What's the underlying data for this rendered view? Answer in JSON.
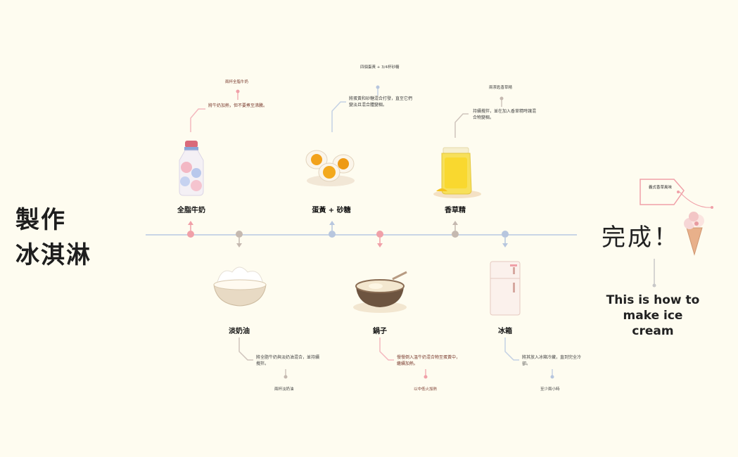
{
  "title": {
    "line1": "製作",
    "line2": "冰淇淋"
  },
  "steps_top": [
    {
      "label": "全脂牛奶",
      "note": "將牛奶加熱，但不要煮至沸騰。",
      "sub": "兩杯全脂牛奶"
    },
    {
      "label": "蛋黃 + 砂糖",
      "note": "將蛋黃和砂糖混合打發，直至它們變淡且混合體變稠。",
      "sub": "四個蛋黃 + 3/4杯砂糖"
    },
    {
      "label": "香草精",
      "note": "持續攪拌，並在加入香草精時讓混合物變稠。",
      "sub": "兩茶匙香草精"
    }
  ],
  "steps_bottom": [
    {
      "label": "淡奶油",
      "note": "將全脂牛奶與淡奶油混合，並持續攪拌。",
      "sub": "兩杯淡奶油"
    },
    {
      "label": "鍋子",
      "note": "慢慢倒入溫牛奶混合物至蛋黃中，繼續加熱。",
      "sub": "以中低火加熱"
    },
    {
      "label": "冰箱",
      "note": "將其放入冰箱冷藏，直到完全冷卻。",
      "sub": "至少兩小時"
    }
  ],
  "finish": {
    "label": "完成！",
    "english": "This is how to make ice cream",
    "tag": "義式香草風味"
  },
  "colors": {
    "pink": "#f0a0a8",
    "blue": "#b7c6de",
    "gray": "#c5b9b0",
    "timeline": "#c9d5e6"
  },
  "icons": [
    "milk-bottle-icon",
    "egg-yolk-icon",
    "vanilla-jar-icon",
    "cream-bowl-icon",
    "pot-icon",
    "fridge-icon",
    "ice-cream-cone-icon"
  ]
}
